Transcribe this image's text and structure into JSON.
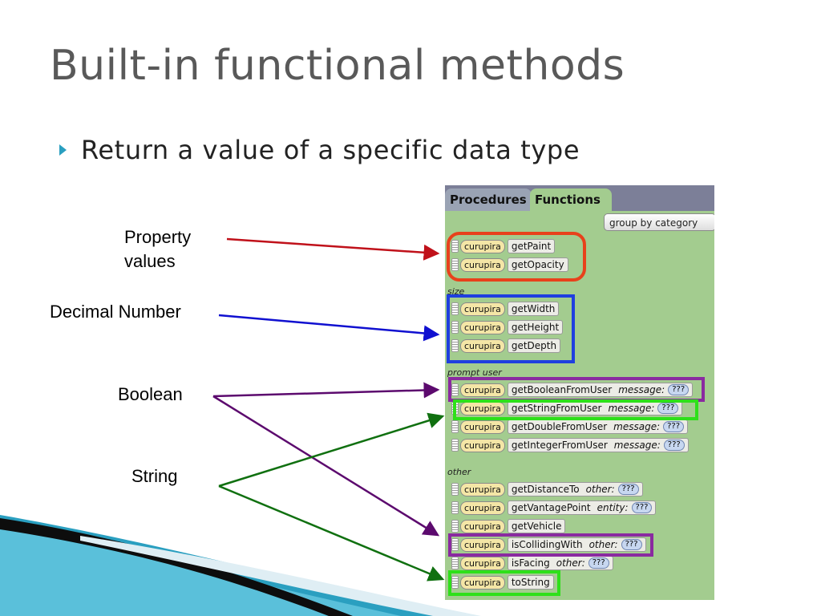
{
  "slide": {
    "title": "Built-in functional methods",
    "bullet": "Return a value of a specific data type"
  },
  "labels": {
    "property": "Property\nvalues",
    "decimal": "Decimal Number",
    "boolean": "Boolean",
    "string": "String"
  },
  "panel": {
    "tabs": [
      "Procedures",
      "Functions"
    ],
    "group_select": "group by category",
    "categories": {
      "size": "size",
      "prompt": "prompt user",
      "other": "other"
    },
    "object": "curupira",
    "methods": {
      "getPaint": "getPaint",
      "getOpacity": "getOpacity",
      "getWidth": "getWidth",
      "getHeight": "getHeight",
      "getDepth": "getDepth",
      "getBooleanFromUser": "getBooleanFromUser",
      "getStringFromUser": "getStringFromUser",
      "getDoubleFromUser": "getDoubleFromUser",
      "getIntegerFromUser": "getIntegerFromUser",
      "getDistanceTo": "getDistanceTo",
      "getVantagePoint": "getVantagePoint",
      "getVehicle": "getVehicle",
      "isCollidingWith": "isCollidingWith",
      "isFacing": "isFacing",
      "toString": "toString"
    },
    "params": {
      "message": "message:",
      "other": "other:",
      "entity": "entity:"
    },
    "placeholder": "???"
  },
  "colors": {
    "property": "#e8411b",
    "decimal": "#1f3fe0",
    "boolean": "#8a2aa0",
    "string": "#2ee01a",
    "arrow_red": "#c0111a",
    "arrow_blue": "#1010d0",
    "arrow_purple": "#5c0a6e",
    "arrow_green": "#107010"
  }
}
